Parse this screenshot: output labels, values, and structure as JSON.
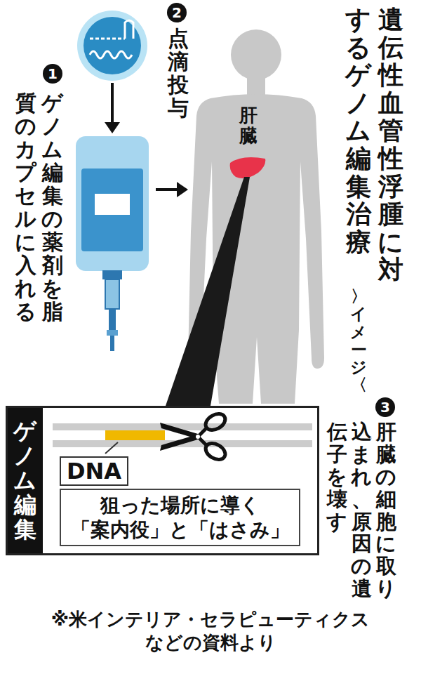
{
  "diagram": {
    "title": "遺伝性血管性浮腫に対するゲノム編集治療",
    "caption": "※米インテリア・セラピューティクスなどの資料より",
    "nodes": [
      {
        "text": [
          "ゲノム編集",
          "狙った場所に導く「案内役」と「はさみ」"
        ]
      },
      {
        "text": [
          "DNA"
        ],
        "in": 0
      }
    ],
    "labels": [
      "1",
      "ゲノム編集の薬剤を脂質のカプセルに入れる",
      "2",
      "点滴投与",
      "肝臓",
      "〈イメージ〉",
      "3",
      "肝臓の細胞に取り込まれ、原因の遺伝子を壊す"
    ]
  }
}
